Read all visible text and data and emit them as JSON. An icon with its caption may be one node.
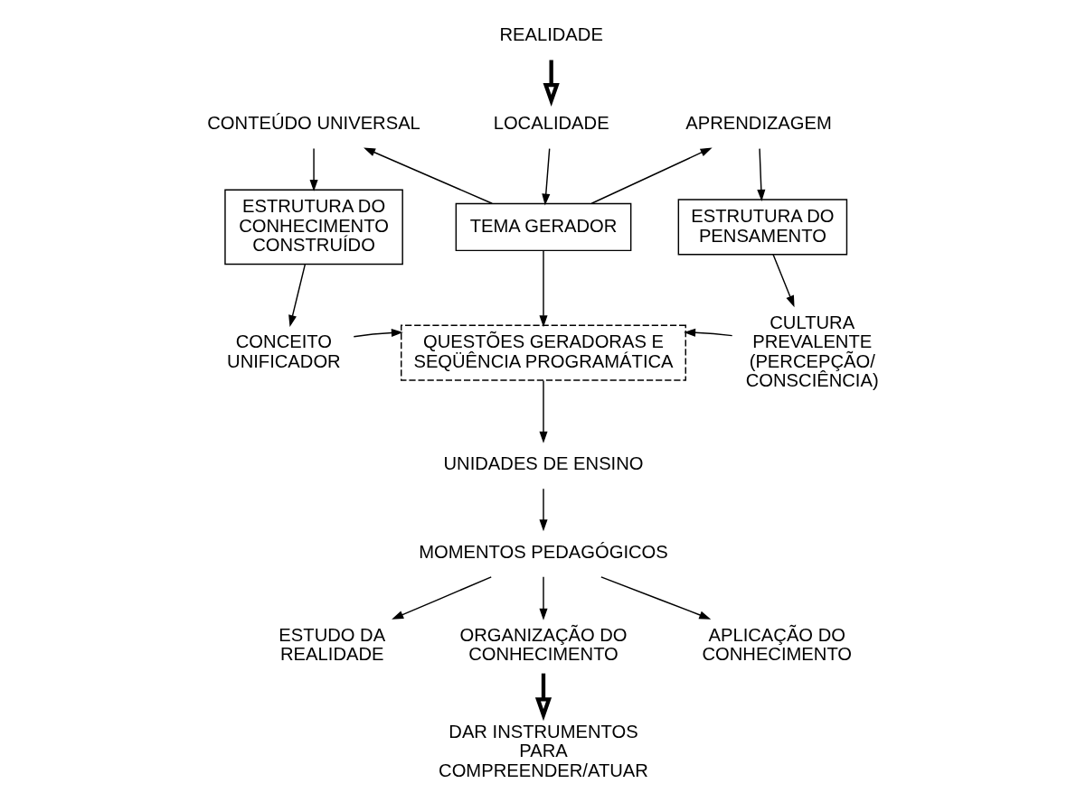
{
  "diagram": {
    "nodes": [
      {
        "text": [
          "REALIDADE"
        ]
      },
      {
        "text": [
          "CONTEÚDO UNIVERSAL"
        ]
      },
      {
        "text": [
          "LOCALIDADE"
        ]
      },
      {
        "text": [
          "APRENDIZAGEM"
        ]
      },
      {
        "text": [
          "ESTRUTURA DO CONHECIMENTO CONSTRUÍDO"
        ]
      },
      {
        "text": [
          "TEMA GERADOR"
        ]
      },
      {
        "text": [
          "ESTRUTURA DO PENSAMENTO"
        ]
      },
      {
        "text": [
          "CONCEITO UNIFICADOR"
        ]
      },
      {
        "text": [
          "QUESTÕES GERADORAS E SEQÜÊNCIA PROGRAMÁTICA"
        ]
      },
      {
        "text": [
          "CULTURA PREVALENTE (PERCEPÇÃO/ CONSCIÊNCIA)"
        ]
      },
      {
        "text": [
          "UNIDADES DE ENSINO"
        ]
      },
      {
        "text": [
          "MOMENTOS PEDAGÓGICOS"
        ]
      },
      {
        "text": [
          "ESTUDO DA REALIDADE"
        ]
      },
      {
        "text": [
          "ORGANIZAÇÃO DO CONHECIMENTO"
        ]
      },
      {
        "text": [
          "APLICAÇÃO DO CONHECIMENTO"
        ]
      },
      {
        "text": [
          "DAR INSTRUMENTOS PARA COMPREENDER/ATUAR"
        ]
      }
    ],
    "edges": [
      {
        "from": 0,
        "to": 2,
        "arrow": "to",
        "style": "thick"
      },
      {
        "from": 1,
        "to": 4,
        "arrow": "to"
      },
      {
        "from": 2,
        "to": 5,
        "arrow": "to"
      },
      {
        "from": 3,
        "to": 6,
        "arrow": "to"
      },
      {
        "from": 5,
        "to": 1,
        "arrow": "to"
      },
      {
        "from": 5,
        "to": 3,
        "arrow": "to"
      },
      {
        "from": 4,
        "to": 7,
        "arrow": "to"
      },
      {
        "from": 5,
        "to": 8,
        "arrow": "to"
      },
      {
        "from": 6,
        "to": 9,
        "arrow": "to"
      },
      {
        "from": 7,
        "to": 8,
        "arrow": "to"
      },
      {
        "from": 9,
        "to": 8,
        "arrow": "to"
      },
      {
        "from": 8,
        "to": 10,
        "arrow": "to"
      },
      {
        "from": 10,
        "to": 11,
        "arrow": "to"
      },
      {
        "from": 11,
        "to": 12,
        "arrow": "to"
      },
      {
        "from": 11,
        "to": 13,
        "arrow": "to"
      },
      {
        "from": 11,
        "to": 14,
        "arrow": "to"
      },
      {
        "from": 13,
        "to": 15,
        "arrow": "to",
        "style": "thick"
      }
    ]
  }
}
